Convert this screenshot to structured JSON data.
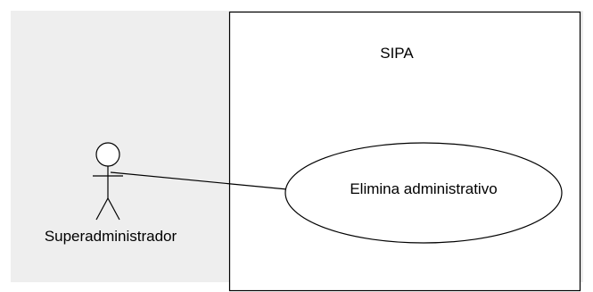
{
  "diagram": {
    "system": {
      "title": "SIPA"
    },
    "actor": {
      "name": "Superadministrador",
      "icon": "stick-figure-icon"
    },
    "use_case": {
      "label": "Elimina administrativo"
    },
    "colors": {
      "background_panel": "#eeeeee",
      "system_fill": "#ffffff",
      "stroke": "#000000"
    }
  }
}
